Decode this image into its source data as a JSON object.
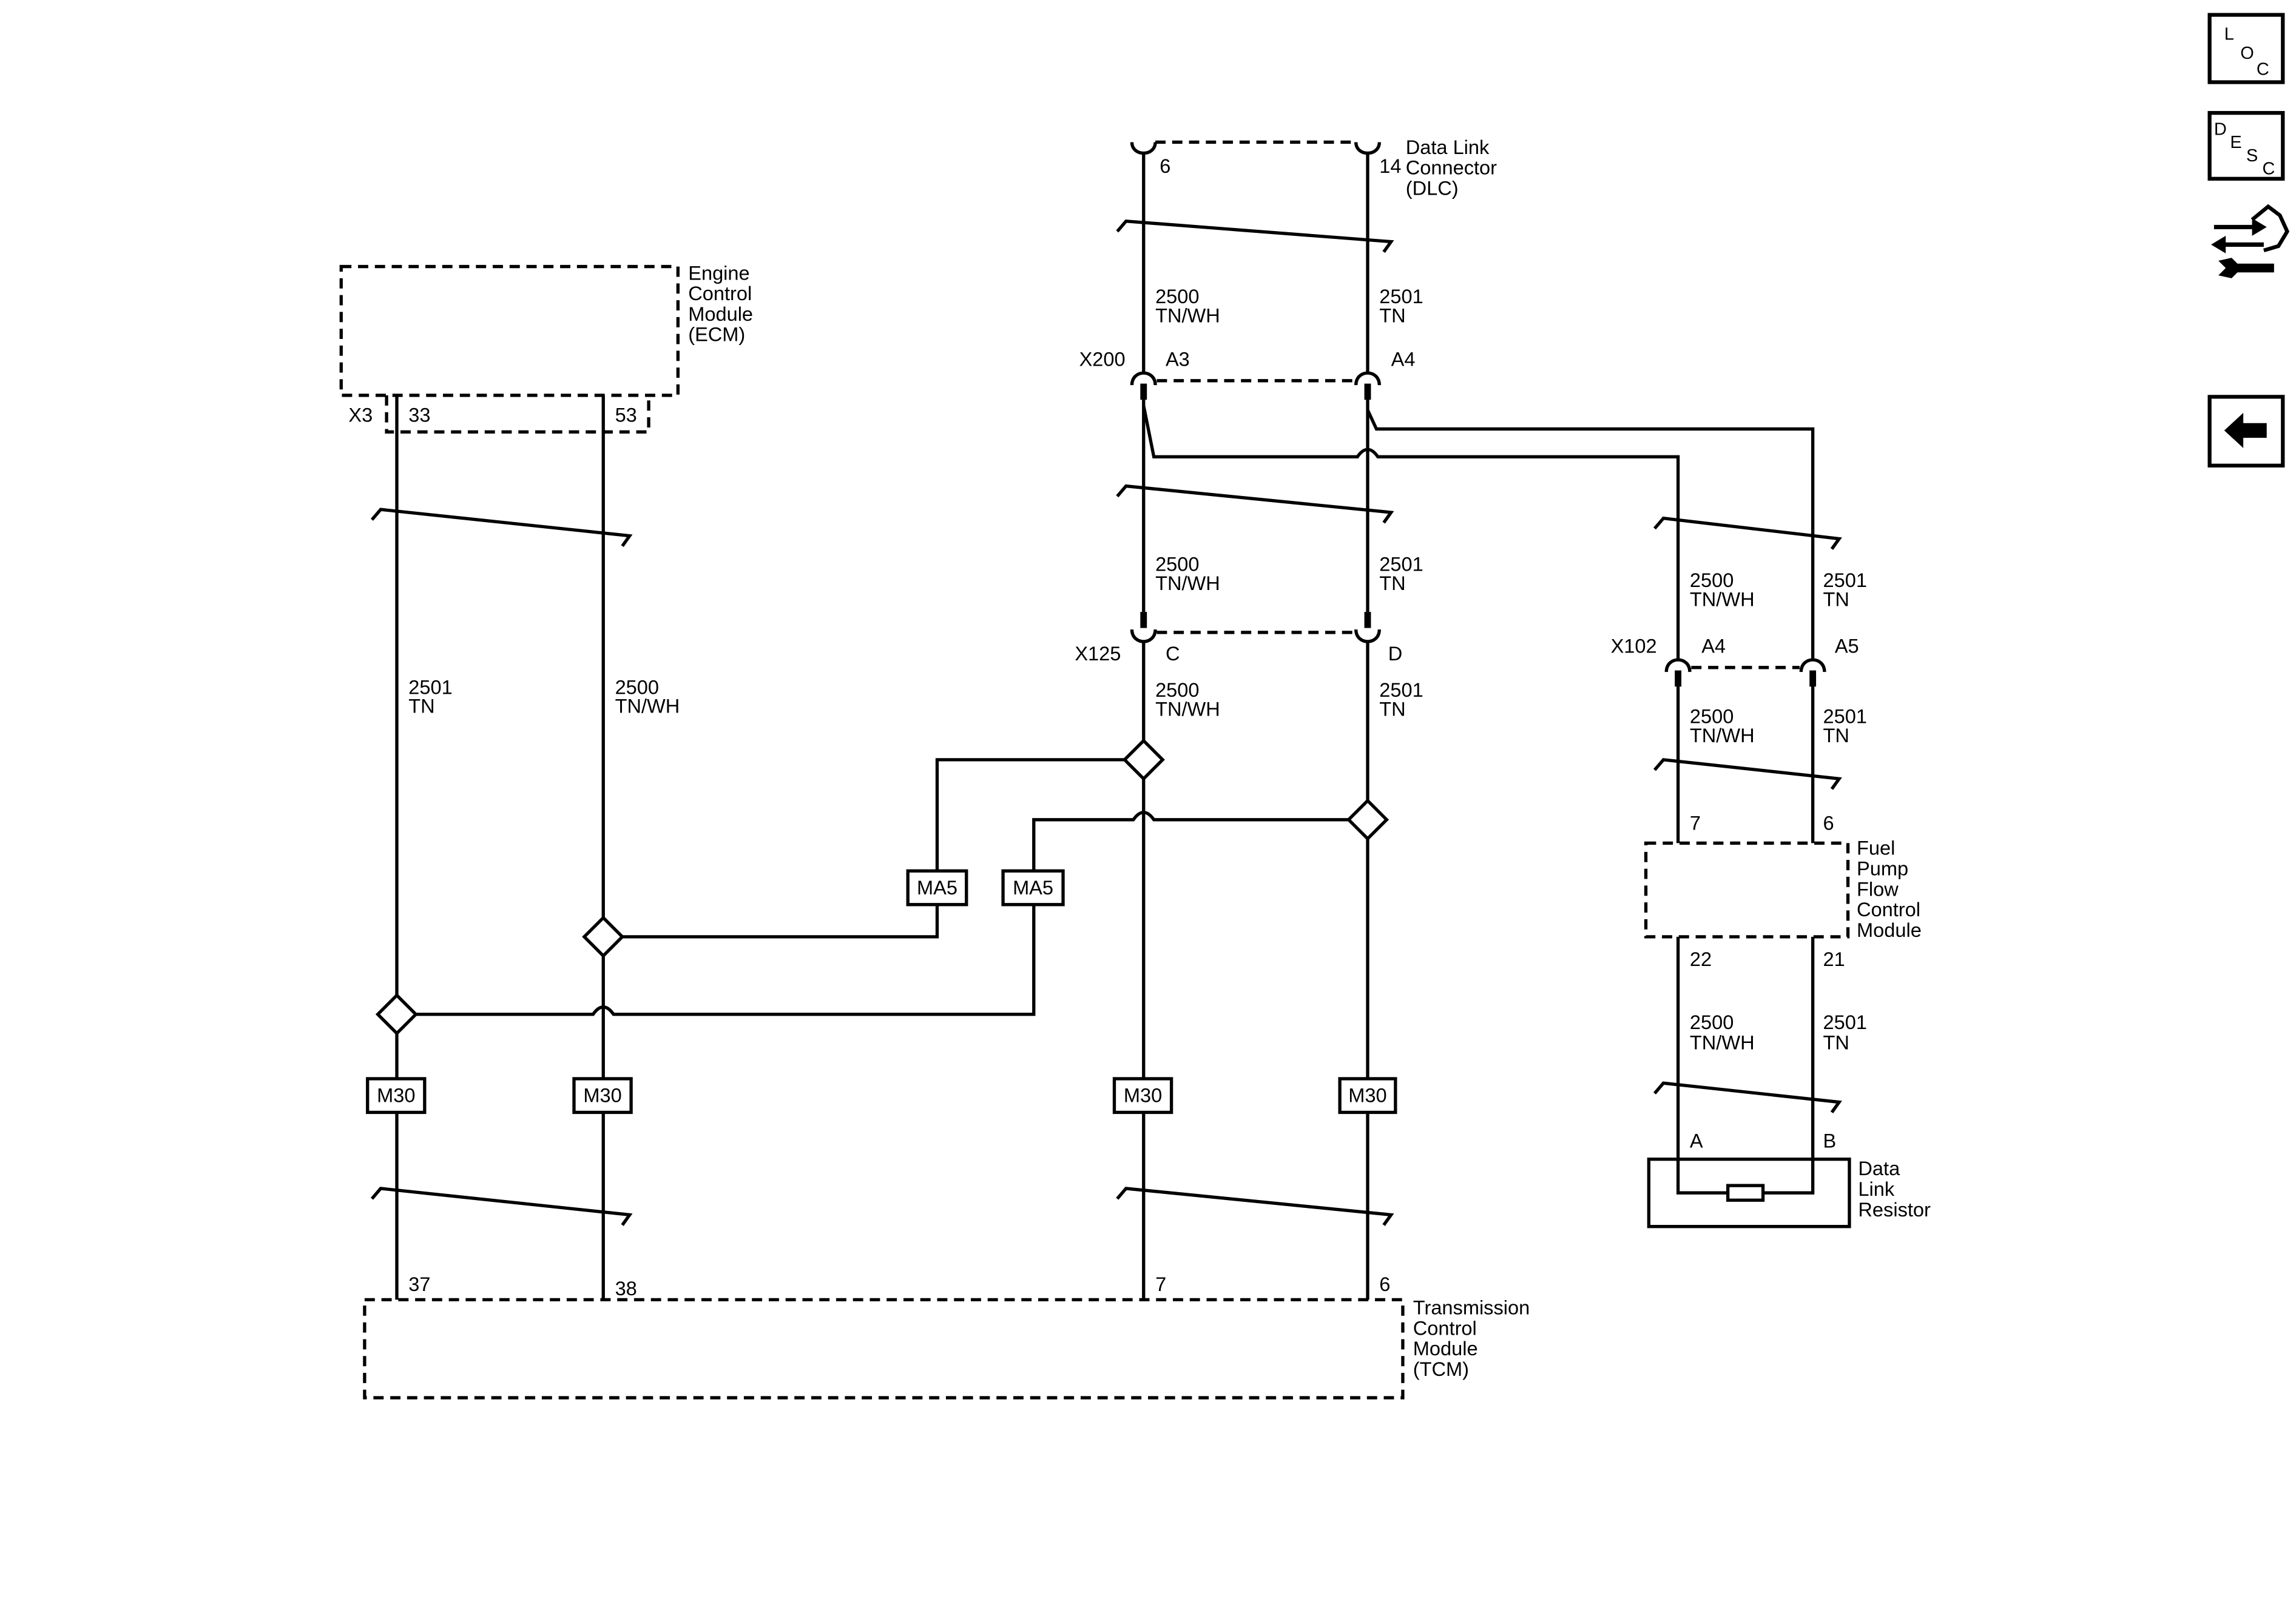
{
  "colors": {
    "ink": "#000000",
    "paper": "#ffffff"
  },
  "nav": {
    "loc_letters": [
      "L",
      "O",
      "C"
    ],
    "desc_letters": [
      "D",
      "E",
      "S",
      "C"
    ],
    "icons": {
      "loc": "component-location-icon",
      "desc": "circuit-description-icon",
      "tool": "connector-repair-tool-icon",
      "back": "back-arrow-icon"
    }
  },
  "dlc": {
    "name_lines": [
      "Data Link",
      "Connector",
      "(DLC)"
    ],
    "pins": [
      "6",
      "14"
    ]
  },
  "x200": {
    "name": "X200",
    "pins": [
      "A3",
      "A4"
    ]
  },
  "x125": {
    "name": "X125",
    "pins": [
      "C",
      "D"
    ]
  },
  "x102": {
    "name": "X102",
    "pins": [
      "A4",
      "A5"
    ]
  },
  "ecm": {
    "name_lines": [
      "Engine",
      "Control",
      "Module",
      "(ECM)"
    ],
    "connector": "X3",
    "pins": [
      "33",
      "53"
    ]
  },
  "tcm": {
    "name_lines": [
      "Transmission",
      "Control",
      "Module",
      "(TCM)"
    ],
    "pins": [
      "37",
      "38",
      "7",
      "6"
    ]
  },
  "fpfcm": {
    "name_lines": [
      "Fuel",
      "Pump",
      "Flow",
      "Control",
      "Module"
    ],
    "pins_top": [
      "7",
      "6"
    ],
    "pins_bottom": [
      "22",
      "21"
    ]
  },
  "resistor": {
    "name_lines": [
      "Data",
      "Link",
      "Resistor"
    ],
    "pins": [
      "A",
      "B"
    ]
  },
  "splice_refs": {
    "ma5": [
      "MA5",
      "MA5"
    ],
    "m30": [
      "M30",
      "M30",
      "M30",
      "M30"
    ]
  },
  "wires": {
    "dlc_x200": [
      {
        "circuit": "2500",
        "color": "TN/WH"
      },
      {
        "circuit": "2501",
        "color": "TN"
      }
    ],
    "x200_x125": [
      {
        "circuit": "2500",
        "color": "TN/WH"
      },
      {
        "circuit": "2501",
        "color": "TN"
      }
    ],
    "x125_tcm": [
      {
        "circuit": "2500",
        "color": "TN/WH"
      },
      {
        "circuit": "2501",
        "color": "TN"
      }
    ],
    "ecm_tcm": [
      {
        "circuit": "2501",
        "color": "TN"
      },
      {
        "circuit": "2500",
        "color": "TN/WH"
      }
    ],
    "x200_x102": [
      {
        "circuit": "2500",
        "color": "TN/WH"
      },
      {
        "circuit": "2501",
        "color": "TN"
      }
    ],
    "x102_fpfcm": [
      {
        "circuit": "2500",
        "color": "TN/WH"
      },
      {
        "circuit": "2501",
        "color": "TN"
      }
    ],
    "fpfcm_resistor": [
      {
        "circuit": "2500",
        "color": "TN/WH"
      },
      {
        "circuit": "2501",
        "color": "TN"
      }
    ]
  }
}
